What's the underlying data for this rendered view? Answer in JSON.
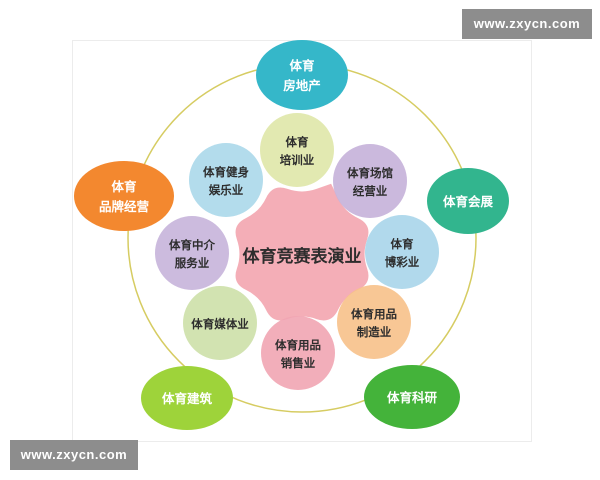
{
  "watermark": {
    "top": "www.zxycn.com",
    "bottom": "www.zxycn.com"
  },
  "diagram": {
    "center": {
      "label": "体育竞赛表演业",
      "color": "#f3a7b1"
    },
    "inner_nodes": [
      {
        "id": "training",
        "lines": [
          "体育",
          "培训业"
        ],
        "color": "#dfe7a9"
      },
      {
        "id": "venue",
        "lines": [
          "体育场馆",
          "经营业"
        ],
        "color": "#c5b1d9"
      },
      {
        "id": "lottery",
        "lines": [
          "体育",
          "博彩业"
        ],
        "color": "#a9d5ea"
      },
      {
        "id": "goods-mfg",
        "lines": [
          "体育用品",
          "制造业"
        ],
        "color": "#f7c189"
      },
      {
        "id": "goods-sales",
        "lines": [
          "体育用品",
          "销售业"
        ],
        "color": "#f1a5b3"
      },
      {
        "id": "media",
        "lines": [
          "体育媒体业"
        ],
        "color": "#cde0a8"
      },
      {
        "id": "agency",
        "lines": [
          "体育中介",
          "服务业"
        ],
        "color": "#c6b4da"
      },
      {
        "id": "fitness",
        "lines": [
          "体育健身",
          "娱乐业"
        ],
        "color": "#abd8ea"
      }
    ],
    "outer_nodes": [
      {
        "id": "real-estate",
        "lines": [
          "体育",
          "房地产"
        ],
        "color": "#35b7c9"
      },
      {
        "id": "exhibition",
        "lines": [
          "体育会展"
        ],
        "color": "#32b58e"
      },
      {
        "id": "research",
        "lines": [
          "体育科研"
        ],
        "color": "#44b33a"
      },
      {
        "id": "construction",
        "lines": [
          "体育建筑"
        ],
        "color": "#9ed33a"
      },
      {
        "id": "brand",
        "lines": [
          "体育",
          "品牌经营"
        ],
        "color": "#f3882f"
      }
    ],
    "ring_color": "#d6cc62"
  }
}
